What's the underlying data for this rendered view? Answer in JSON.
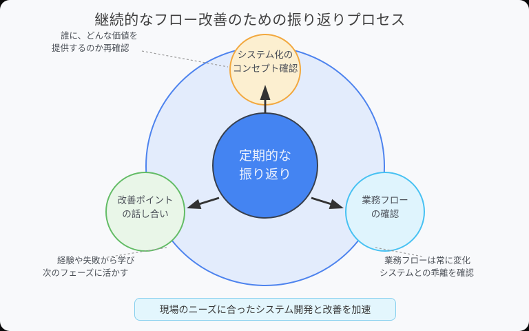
{
  "title": "継続的なフロー改善のための振り返りプロセス",
  "colors": {
    "page_bg": "#f8f9fb",
    "big_circle_fill": "#e3ecfc",
    "big_circle_stroke": "#4d83ee",
    "center_fill": "#4484f2",
    "center_stroke": "#38404e",
    "center_text": "#e9effc",
    "top_fill": "#fcefd0",
    "top_stroke": "#f2a83e",
    "left_fill": "#e9f6e8",
    "left_stroke": "#63bc66",
    "right_fill": "#dff4fd",
    "right_stroke": "#47c1f2",
    "footer_fill": "#e3f6fd",
    "footer_stroke": "#85cfee",
    "arrow": "#333333",
    "dashed_line": "#9a9a9a"
  },
  "diagram": {
    "center": {
      "line1": "定期的な",
      "line2": "振り返り"
    },
    "top": {
      "line1": "システム化の",
      "line2": "コンセプト確認"
    },
    "left": {
      "line1": "改善ポイント",
      "line2": "の話し合い"
    },
    "right": {
      "line1": "業務フロー",
      "line2": "の確認"
    },
    "annotations": {
      "top_left": {
        "line1": "誰に、どんな価値を",
        "line2": "提供するのか再確認"
      },
      "bottom_left": {
        "line1": "経験や失敗から学び",
        "line2": "次のフェーズに活かす"
      },
      "bottom_right": {
        "line1": "業務フローは常に変化",
        "line2": "システムとの乖離を確認"
      }
    },
    "footer": "現場のニーズに合ったシステム開発と改善を加速"
  }
}
